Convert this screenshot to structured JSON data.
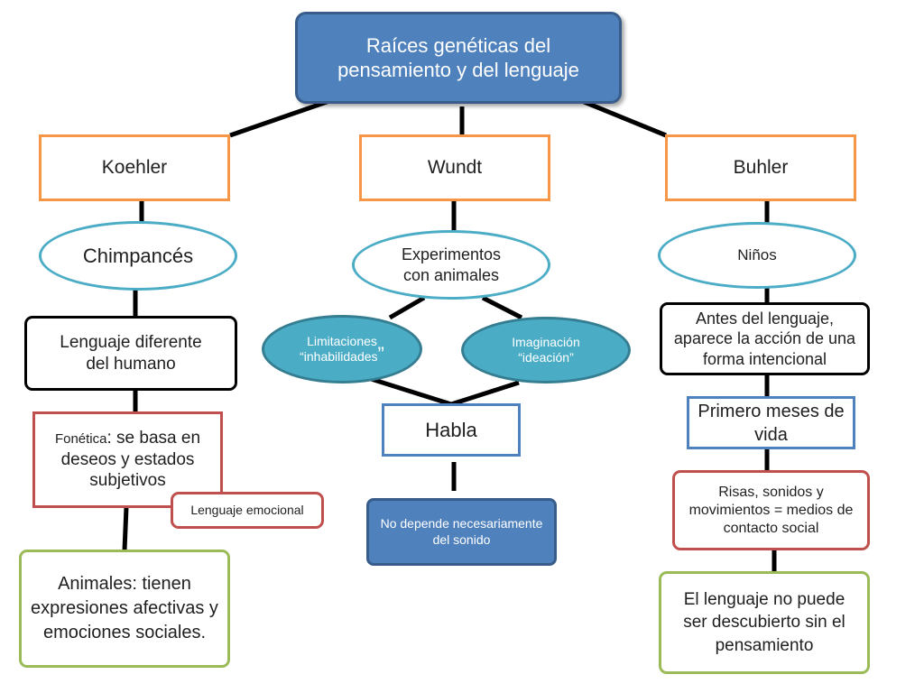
{
  "root": {
    "title_line1": "Raíces genéticas del",
    "title_line2": "pensamiento y del lenguaje"
  },
  "colors": {
    "blue_fill": "#4f81bd",
    "orange": "#f79646",
    "teal": "#4bacc6",
    "red": "#c0504d",
    "green": "#9bbb59",
    "connector": "#000000"
  },
  "koehler": {
    "title": "Koehler",
    "subject": "Chimpancés",
    "note1_line1": "Lenguaje diferente",
    "note1_line2": "del humano",
    "fonetica_label": "Fonética",
    "fonetica_text": ": se basa en deseos y estados subjetivos",
    "emotional_label": "Lenguaje emocional",
    "conclusion": "Animales: tienen expresiones afectivas y emociones sociales."
  },
  "wundt": {
    "title": "Wundt",
    "subject_line1": "Experimentos",
    "subject_line2": "con animales",
    "limit_line1": "Limitaciones",
    "limit_line2": "“inhabilidades",
    "limit_close_quote": "”",
    "imag_line1": "Imaginación",
    "imag_line2": "“ideación”",
    "speech": "Habla",
    "note": "No depende necesariamente del sonido"
  },
  "buhler": {
    "title": "Buhler",
    "subject": "Niños",
    "note1": "Antes del lenguaje, aparece la acción de una forma intencional",
    "note2": "Primero meses de vida",
    "note3": "Risas, sonidos y movimientos = medios de contacto social",
    "conclusion": "El lenguaje no puede ser descubierto sin el pensamiento"
  }
}
